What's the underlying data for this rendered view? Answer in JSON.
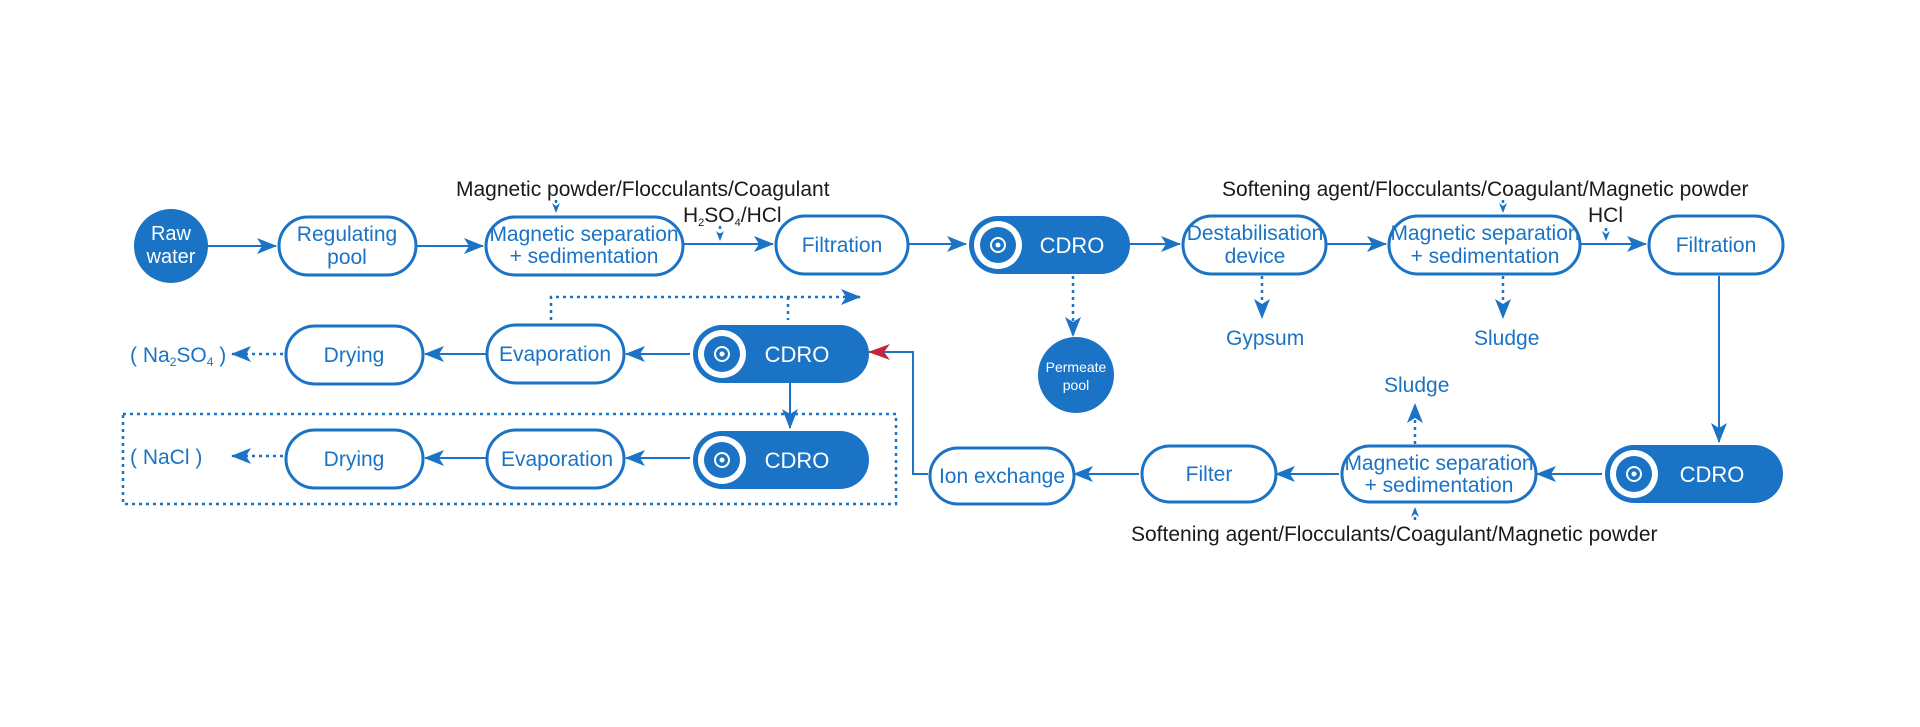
{
  "colors": {
    "primary": "#1a73c4",
    "accent_arrow": "#c0273a",
    "label": "#1a1a1a"
  },
  "nodes": {
    "raw_water": {
      "line1": "Raw",
      "line2": "water"
    },
    "regulating_pool": {
      "line1": "Regulating",
      "line2": "pool"
    },
    "mag_sep_1": {
      "line1": "Magnetic separation",
      "line2": "+ sedimentation"
    },
    "filtration_1": "Filtration",
    "cdro_1": "CDRO",
    "destab": {
      "line1": "Destabilisation",
      "line2": "device"
    },
    "mag_sep_2": {
      "line1": "Magnetic separation",
      "line2": "+ sedimentation"
    },
    "filtration_2": "Filtration",
    "cdro_2": "CDRO",
    "mag_sep_3": {
      "line1": "Magnetic separation",
      "line2": "+ sedimentation"
    },
    "filter": "Filter",
    "ion_exchange": "Ion exchange",
    "cdro_3": "CDRO",
    "evaporation_1": "Evaporation",
    "drying_1": "Drying",
    "cdro_4": "CDRO",
    "evaporation_2": "Evaporation",
    "drying_2": "Drying",
    "permeate_pool": {
      "line1": "Permeate",
      "line2": "pool"
    }
  },
  "labels": {
    "additives_1": "Magnetic powder/Flocculants/Coagulant",
    "acid": {
      "main": "H",
      "sub1": "2",
      "mid": "SO",
      "sub2": "4",
      "tail": "/HCl"
    },
    "additives_2": "Softening agent/Flocculants/Coagulant/Magnetic powder",
    "hcl": "HCl",
    "gypsum": "Gypsum",
    "sludge_1": "Sludge",
    "sludge_2": "Sludge",
    "additives_3": "Softening agent/Flocculants/Coagulant/Magnetic powder"
  },
  "products": {
    "na2so4": {
      "open": "( Na",
      "sub1": "2",
      "mid": "SO",
      "sub2": "4",
      "close": " )"
    },
    "nacl": "( NaCl )"
  }
}
